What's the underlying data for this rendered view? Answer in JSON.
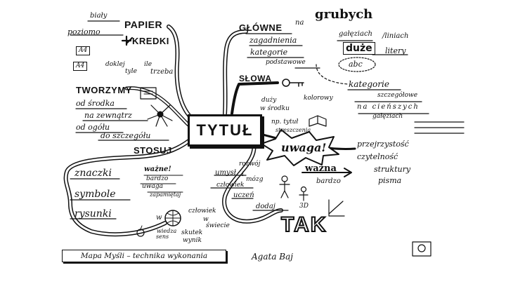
{
  "title": "TYTUŁ",
  "footer": "Mapa Myśli – technika wykonania",
  "author": "Agata Baj",
  "papier": {
    "label": "PAPIER",
    "bialy": "biały",
    "poziomo": "poziomo",
    "kredki": "KREDKI",
    "a4": "A4",
    "doklej": "doklej",
    "tyle": "tyle",
    "ile": "ile",
    "trzeba": "trzeba"
  },
  "tworzymy": {
    "label": "TWORZYMY",
    "items": [
      "od środka",
      "na zewnątrz",
      "od ogółu",
      "do szczegółu"
    ]
  },
  "glowne": {
    "label": "GŁÓWNE",
    "na": "na",
    "grubych": "grubych",
    "items": [
      "zagadnienia",
      "kategorie",
      "podstawowe"
    ],
    "galeziach": "gałęziach",
    "liniach": "/liniach",
    "duze": "duże",
    "litery": "litery",
    "abc": "abc"
  },
  "slowa": {
    "label": "SŁOWA"
  },
  "kategorie": {
    "label": "kategorie",
    "items": [
      "szczegółowe",
      "na cieńszych",
      "gałęziach"
    ]
  },
  "center": {
    "items": [
      "duży",
      "kolorowy",
      "w środku",
      "np. tytuł",
      "streszczenia"
    ]
  },
  "uwaga": {
    "label": "uwaga!"
  },
  "przejrzystosc": {
    "items": [
      "przejrzystość",
      "czytelność",
      "struktury",
      "pisma"
    ]
  },
  "wazna": {
    "label": "ważna",
    "bardzo": "bardzo"
  },
  "right_lower": {
    "rozwoj": "rozwój",
    "umysl": "umysł",
    "i": "i",
    "mozg": "mózg",
    "czlowiek": "człowiek",
    "uczen": "uczeń",
    "dodaj": "dodaj",
    "d3": "3D"
  },
  "tak": "TAK",
  "stosuj": {
    "label": "STOSUJ",
    "items": [
      "znaczki",
      "symbole",
      "rysunki"
    ],
    "wazne": "ważne!",
    "bardzo": "bardzo",
    "uwaga": "uwaga",
    "zapamietaj": "zapamiętaj",
    "w": "w",
    "czlowiek": "człowiek",
    "w2": "w",
    "swiecie": "świecie",
    "sens": "sens",
    "wiedza": "wiedza",
    "skutek": "skutek",
    "wynik": "wynik"
  }
}
